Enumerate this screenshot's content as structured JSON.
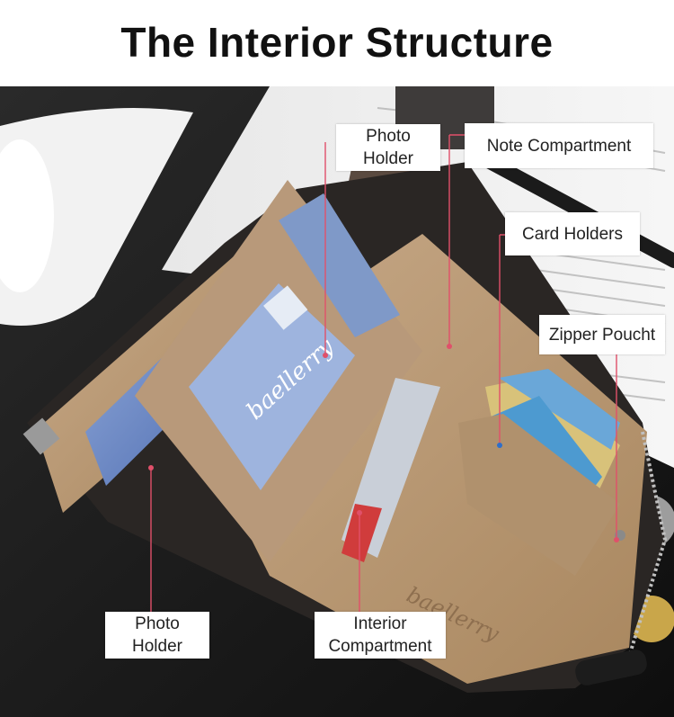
{
  "title": "The Interior Structure",
  "brand_mark": "baellerry",
  "callouts": {
    "photo_holder_top": "Photo\nHolder",
    "note_compartment": "Note Compartment",
    "card_holders": "Card Holders",
    "zipper_pouch": "Zipper Poucht",
    "photo_holder_bottom": "Photo\nHolder",
    "interior_compartment": "Interior\nCompartment"
  },
  "colors": {
    "pointer_line": "#e0506a",
    "pointer_line_blue": "#2f6fc9",
    "wallet_tan": "#b99a76",
    "wallet_dark": "#2a2624",
    "background": "#141414"
  }
}
